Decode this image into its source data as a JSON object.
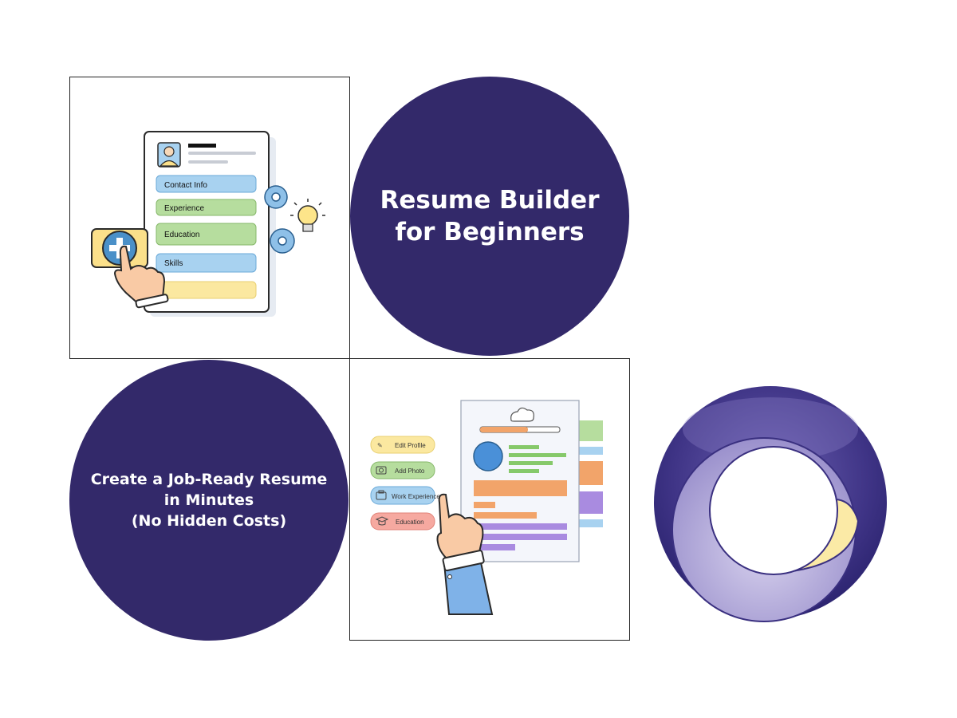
{
  "top_left_illustration": {
    "sections": [
      "Contact Info",
      "Experience",
      "Education",
      "Skills"
    ]
  },
  "title_circle": {
    "line1": "Resume Builder",
    "line2": "for Beginners"
  },
  "subtitle_circle": {
    "line1": "Create a Job-Ready Resume",
    "line2": "in Minutes",
    "line3": "(No Hidden Costs)"
  },
  "bottom_center_illustration": {
    "pills": [
      "Edit Profile",
      "Add Photo",
      "Work Experience",
      "Education"
    ]
  },
  "colors": {
    "circle_bg": "#33296a",
    "accent_blue": "#a8d2f0",
    "accent_green": "#b6dd9e",
    "accent_yellow": "#fbe8a0",
    "accent_purple": "#a98be0",
    "accent_orange": "#f2a46a",
    "accent_red": "#f6a9a0"
  }
}
